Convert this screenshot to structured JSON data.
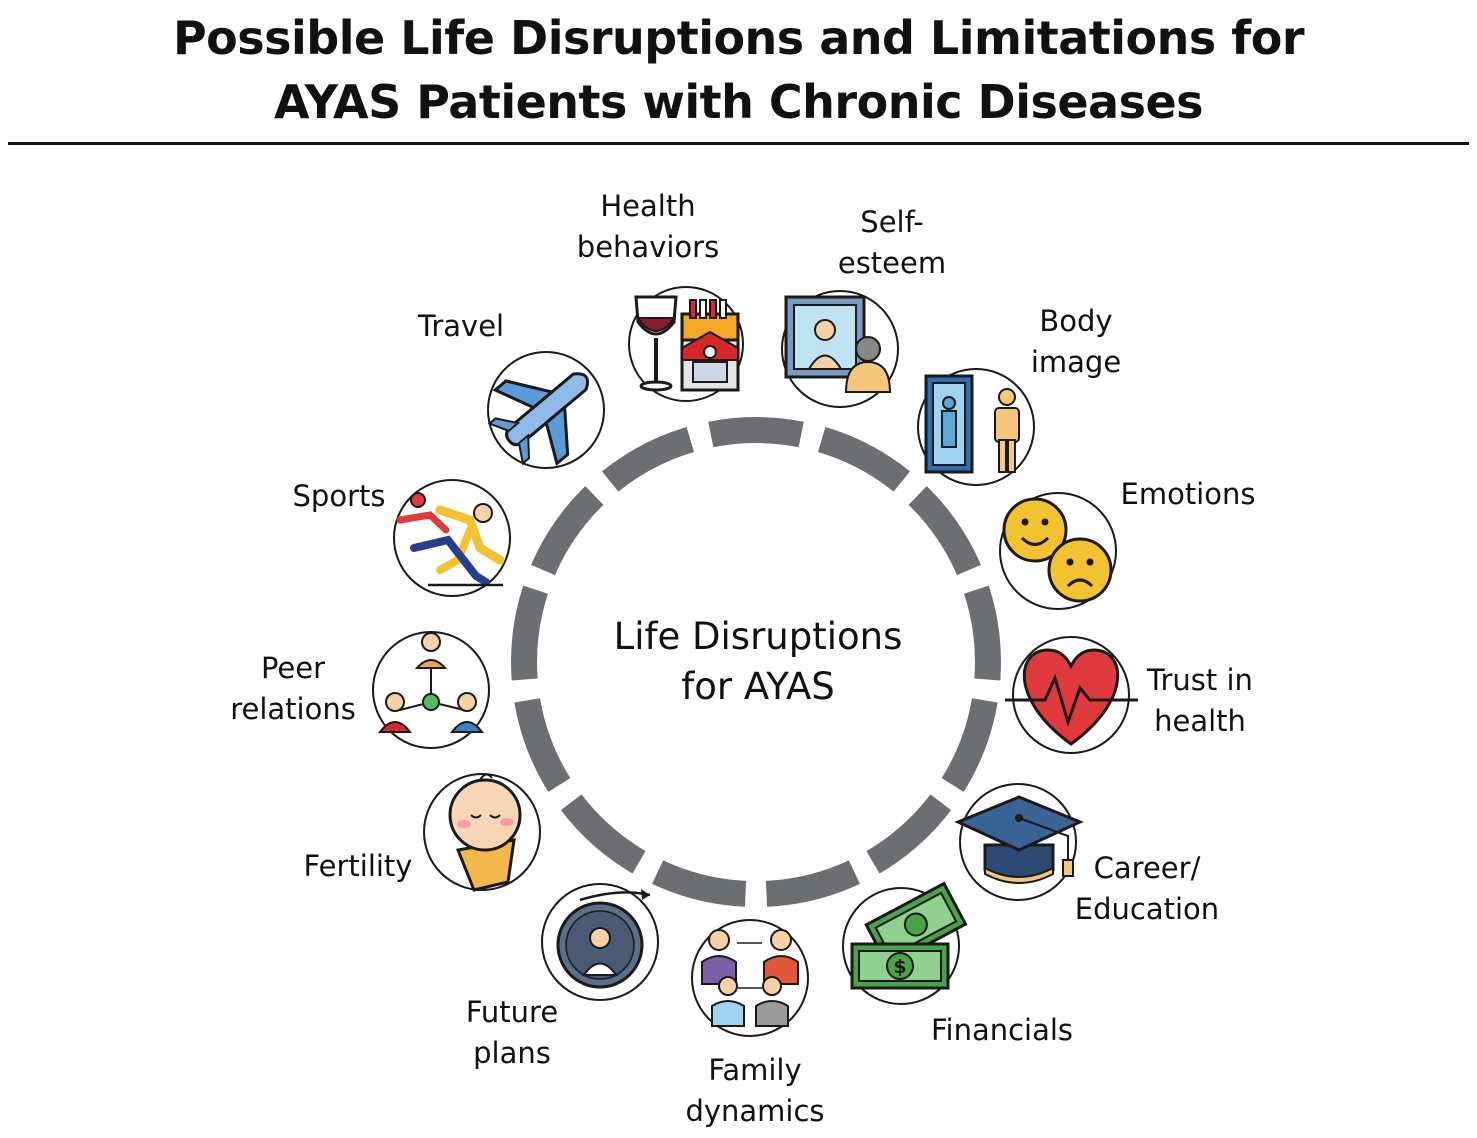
{
  "header": {
    "title_line1": "Possible Life Disruptions and Limitations for",
    "title_line2": "AYAS Patients with Chronic Diseases"
  },
  "center": {
    "label": "Life Disruptions\nfor AYAS"
  },
  "colors": {
    "ring": "#6d6e71",
    "outline": "#1a1a1a",
    "text": "#111111"
  },
  "items": [
    {
      "id": "health-behaviors",
      "label": "Health\nbehaviors",
      "icon": "wine-and-cigarettes-icon"
    },
    {
      "id": "self-esteem",
      "label": "Self-\nesteem",
      "icon": "mirror-portrait-icon"
    },
    {
      "id": "body-image",
      "label": "Body\nimage",
      "icon": "mirror-figure-icon"
    },
    {
      "id": "emotions",
      "label": "Emotions",
      "icon": "happy-sad-faces-icon"
    },
    {
      "id": "trust-in-health",
      "label": "Trust in\nhealth",
      "icon": "heartbeat-heart-icon"
    },
    {
      "id": "career-education",
      "label": "Career/\nEducation",
      "icon": "graduation-cap-icon"
    },
    {
      "id": "financials",
      "label": "Financials",
      "icon": "money-bills-icon"
    },
    {
      "id": "family-dynamics",
      "label": "Family\ndynamics",
      "icon": "family-icon"
    },
    {
      "id": "future-plans",
      "label": "Future\nplans",
      "icon": "clock-person-icon"
    },
    {
      "id": "fertility",
      "label": "Fertility",
      "icon": "swaddled-baby-icon"
    },
    {
      "id": "peer-relations",
      "label": "Peer\nrelations",
      "icon": "people-network-icon"
    },
    {
      "id": "sports",
      "label": "Sports",
      "icon": "runners-icon"
    },
    {
      "id": "travel",
      "label": "Travel",
      "icon": "airplane-icon"
    }
  ]
}
